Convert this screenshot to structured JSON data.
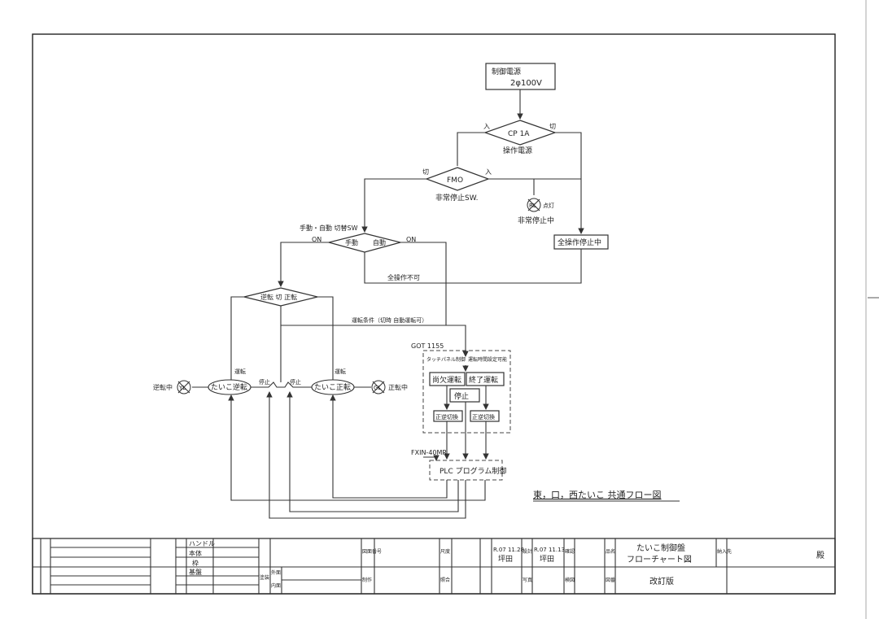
{
  "flow": {
    "power_line1": "制御電源",
    "power_line2": "2φ100V",
    "cp1a": "CP 1A",
    "cp1a_sub": "操作電源",
    "in_label": "入",
    "off_label": "切",
    "fmo": "FMO",
    "fmo_sub": "非常停止SW.",
    "rl_lamp": "RL",
    "rl_lit": "点灯",
    "emergency_stop": "非常停止中",
    "all_stop": "全操作停止中",
    "mode_sw_label": "手動・自動 切替SW",
    "on_left": "ON",
    "on_right": "ON",
    "manual": "手動",
    "auto": "自動",
    "all_ops_disabled": "全操作不可",
    "dir_sw": "逆転 切 正転",
    "op_condition": "運転条件（切時 自動運転可）",
    "got": "GOT 1155",
    "touch_panel": "タッチパネル制御",
    "ops_setting": "運転時間設定可能",
    "partial_run": "尚欠運転",
    "end_run": "終了運転",
    "stop": "停止",
    "sw_rev": "正逆切換",
    "sw_fwd": "正逆切換",
    "fxin": "FXIN-40MR",
    "plc": "PLC プログラム制御",
    "run_label_left": "運転",
    "run_label_right": "運転",
    "stop_left": "停止",
    "stop_right": "停止",
    "rev_run": "たいこ逆転",
    "fwd_run": "たいこ正転",
    "yl": "YL",
    "gl": "GL",
    "rev_running": "逆転中",
    "fwd_running": "正転中",
    "drawing_title": "東，口，西たいこ 共通フロー図"
  },
  "titleblock": {
    "handle": "ハンドル",
    "honbu": "本体",
    "waku": "枠",
    "kiban": "基盤",
    "date1": "R.07 11.28",
    "name1": "坪田",
    "date2": "R.07 11.13",
    "name2": "坪田",
    "doc_title_1": "たいこ制御盤",
    "doc_title_2": "フローチャート図",
    "revision": "改訂版",
    "dono": "殿",
    "sekkei": "設計",
    "kakunin": "確認",
    "dosu": "尺度",
    "shoumei": "照合",
    "shashin": "写真",
    "hinmei": "品名",
    "zuban": "図番",
    "nounyu": "納入先",
    "kentou": "検図",
    "zumen": "図面番号",
    "seisaku": "制作",
    "gaimen": "外面",
    "naimen": "内面",
    "tosou": "塗装"
  }
}
